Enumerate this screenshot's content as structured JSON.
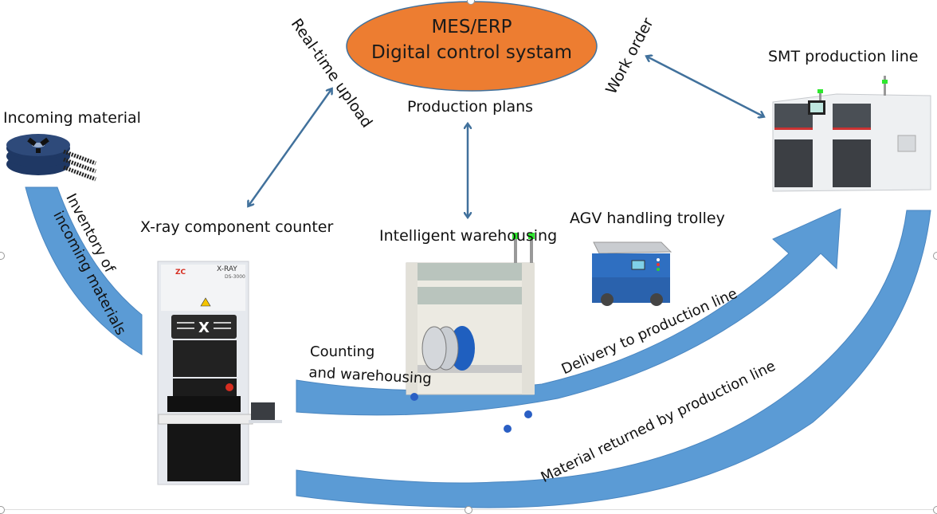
{
  "central_system": {
    "line1": "MES/ERP",
    "line2": "Digital control systam",
    "fill_color": "#ED7D31",
    "stroke_color": "#41719C"
  },
  "connectors": {
    "real_time_upload": "Real-time upload",
    "production_plans": "Production plans",
    "work_order": "Work order",
    "line_color": "#41719C"
  },
  "nodes": {
    "incoming_material": "Incoming material",
    "xray_counter": "X-ray component counter",
    "xray_brand": "X-RAY",
    "xray_model": "DS-3000",
    "intelligent_warehousing": "Intelligent warehousing",
    "agv_trolley": "AGV handling trolley",
    "smt_line": "SMT production line"
  },
  "flows": {
    "inventory_line1": "Inventory of",
    "inventory_line2": "incoming materials",
    "counting_line1": "Counting",
    "counting_line2": "and warehousing",
    "delivery": "Delivery to production line",
    "returned": "Material returned by production line",
    "arrow_color": "#5B9BD5"
  }
}
